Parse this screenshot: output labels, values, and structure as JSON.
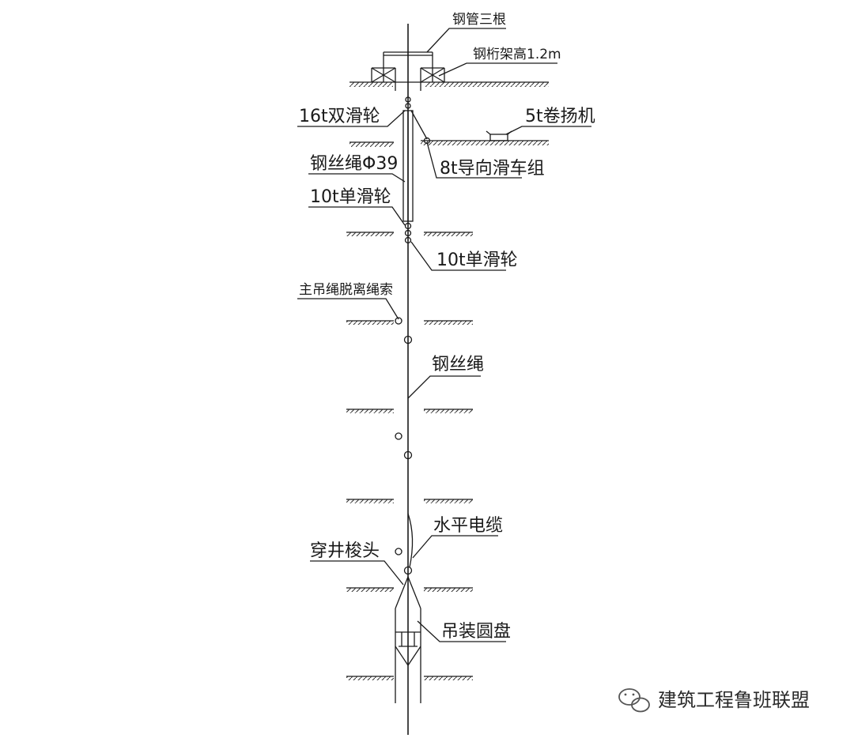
{
  "labels": {
    "steel_pipes": "钢管三根",
    "steel_frame": "钢桁架高1.2m",
    "double_pulley_16t": "16t双滑轮",
    "winch_5t": "5t卷扬机",
    "wire_rope_phi39": "钢丝绳Φ39",
    "guide_pulley_8t": "8t导向滑车组",
    "single_pulley_10t_a": "10t单滑轮",
    "single_pulley_10t_b": "10t单滑轮",
    "separation_rope": "主吊绳脱离绳索",
    "wire_rope": "钢丝绳",
    "horizontal_cable": "水平电缆",
    "shaft_shuttle": "穿井梭头",
    "lifting_disc": "吊装圆盘"
  },
  "watermark": {
    "text": "建筑工程鲁班联盟",
    "icon": "wechat-icon"
  },
  "colors": {
    "line": "#1a1a1a",
    "background": "#ffffff"
  }
}
